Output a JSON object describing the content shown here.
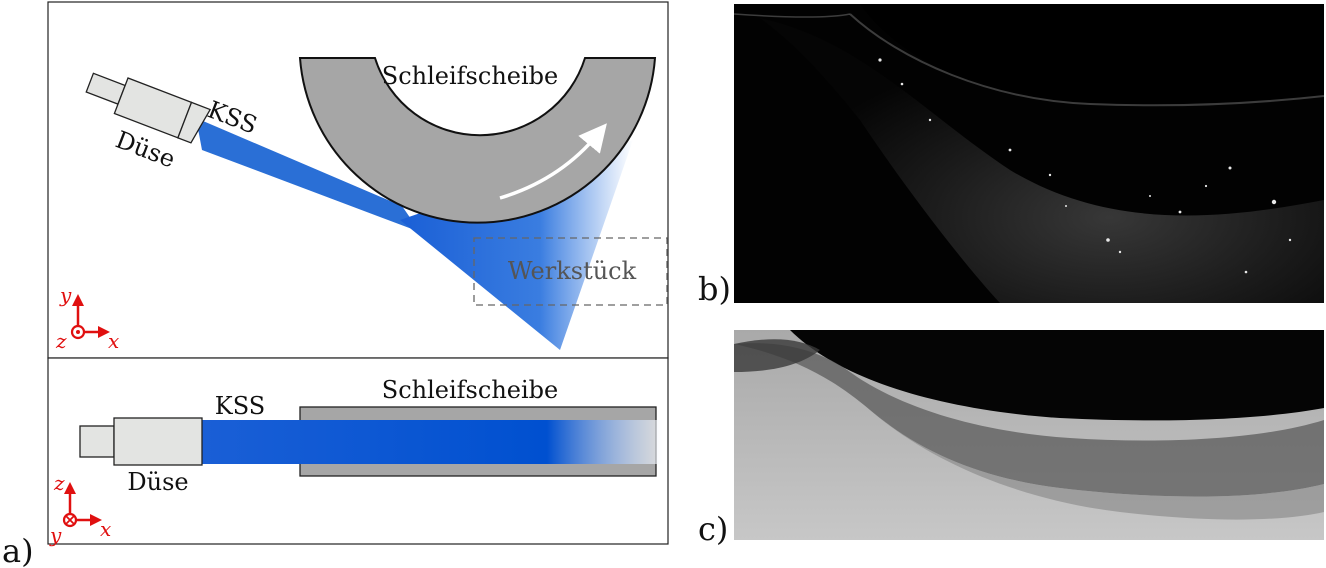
{
  "panel_labels": {
    "a": "a)",
    "b": "b)",
    "c": "c)"
  },
  "top_view": {
    "wheel_label": "Schleifscheibe",
    "coolant_label": "KSS",
    "nozzle_label": "Düse",
    "workpiece_label": "Werkstück",
    "axes": {
      "vertical": "y",
      "horizontal": "x",
      "out_of_plane": "z",
      "out_of_plane_symbol": "out-of-page-dot"
    }
  },
  "side_view": {
    "wheel_label": "Schleifscheibe",
    "coolant_label": "KSS",
    "nozzle_label": "Düse",
    "axes": {
      "vertical": "z",
      "horizontal": "x",
      "out_of_plane": "y",
      "out_of_plane_symbol": "into-page-cross"
    }
  },
  "colors": {
    "coolant": "#2a6fd6",
    "coolant_core": "#0050d0",
    "wheel": "#a6a6a6",
    "nozzle": "#e3e4e2",
    "axis": "#e01010",
    "workpiece_box": "#666666"
  },
  "photos": {
    "b": {
      "kind": "high-speed camera image, dark background, sparse spray"
    },
    "c": {
      "kind": "high-speed camera image, backlit, dense spray"
    }
  }
}
